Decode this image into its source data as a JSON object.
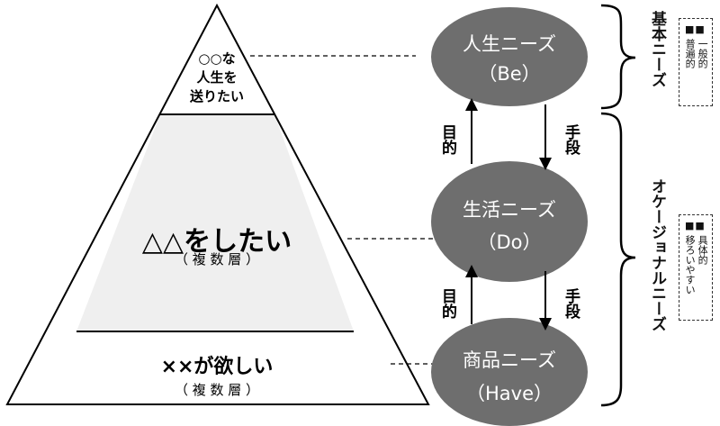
{
  "pyramid": {
    "top_lines": [
      "○○な",
      "人生を",
      "送りたい"
    ],
    "middle_main": "△△をしたい",
    "middle_sub": "（ 複 数 層 ）",
    "bottom_main": "××が欲しい",
    "bottom_sub": "（ 複 数 層 ）"
  },
  "needs": {
    "be": {
      "title": "人生ニーズ",
      "sub": "（Be）"
    },
    "do": {
      "title": "生活ニーズ",
      "sub": "（Do）"
    },
    "have": {
      "title": "商品ニーズ",
      "sub": "（Have）"
    }
  },
  "arrows": {
    "purpose": "目的",
    "means": "手段"
  },
  "brackets": {
    "basic": {
      "label": "基本ニーズ",
      "marks": "■■",
      "col1": "普遍的",
      "col2": "一般的"
    },
    "occasional": {
      "label": "オケージョナルニーズ",
      "marks": "■■",
      "col1": "移ろいやすい",
      "col2": "具体的"
    }
  },
  "colors": {
    "ellipse_fill": "#6e6e6e",
    "ellipse_text": "#ffffff",
    "middle_band_fill": "#efefef",
    "stroke": "#000000"
  }
}
